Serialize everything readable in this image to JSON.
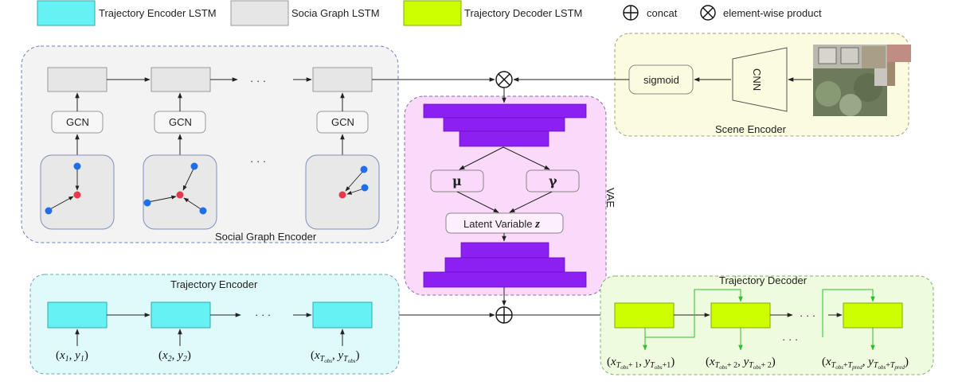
{
  "legend": {
    "encoder_lstm": "Trajectory Encoder LSTM",
    "graph_lstm": "Socia Graph LSTM",
    "decoder_lstm": "Trajectory Decoder LSTM",
    "concat": "concat",
    "product": "element-wise product"
  },
  "social": {
    "title": "Social Graph Encoder",
    "gcn": "GCN",
    "dots": "· · ·"
  },
  "scene": {
    "title": "Scene Encoder",
    "sigmoid": "sigmoid",
    "cnn": "CNN"
  },
  "vae": {
    "label": "VAE",
    "mu": "μ",
    "gamma": "γ",
    "latent": "Latent Variable",
    "latent_symbol": "z"
  },
  "encoder": {
    "title": "Trajectory Encoder",
    "dots": "· · ·"
  },
  "decoder": {
    "title": "Trajectory Decoder",
    "dots": "· · ·"
  },
  "colors": {
    "encoder_lstm": "#66f2f5",
    "graph_lstm": "#e6e6e6",
    "decoder_lstm": "#ccff00",
    "vae_bar": "#8c1ff2",
    "vae_bg": "#fbd9fa",
    "node_blue": "#1f6fe8",
    "node_red": "#e8394a",
    "decoder_arrow": "#2bbf2b"
  },
  "icons": {
    "concat": "circle-plus-icon",
    "product": "circle-times-icon",
    "scene_image": "scene-photo"
  }
}
